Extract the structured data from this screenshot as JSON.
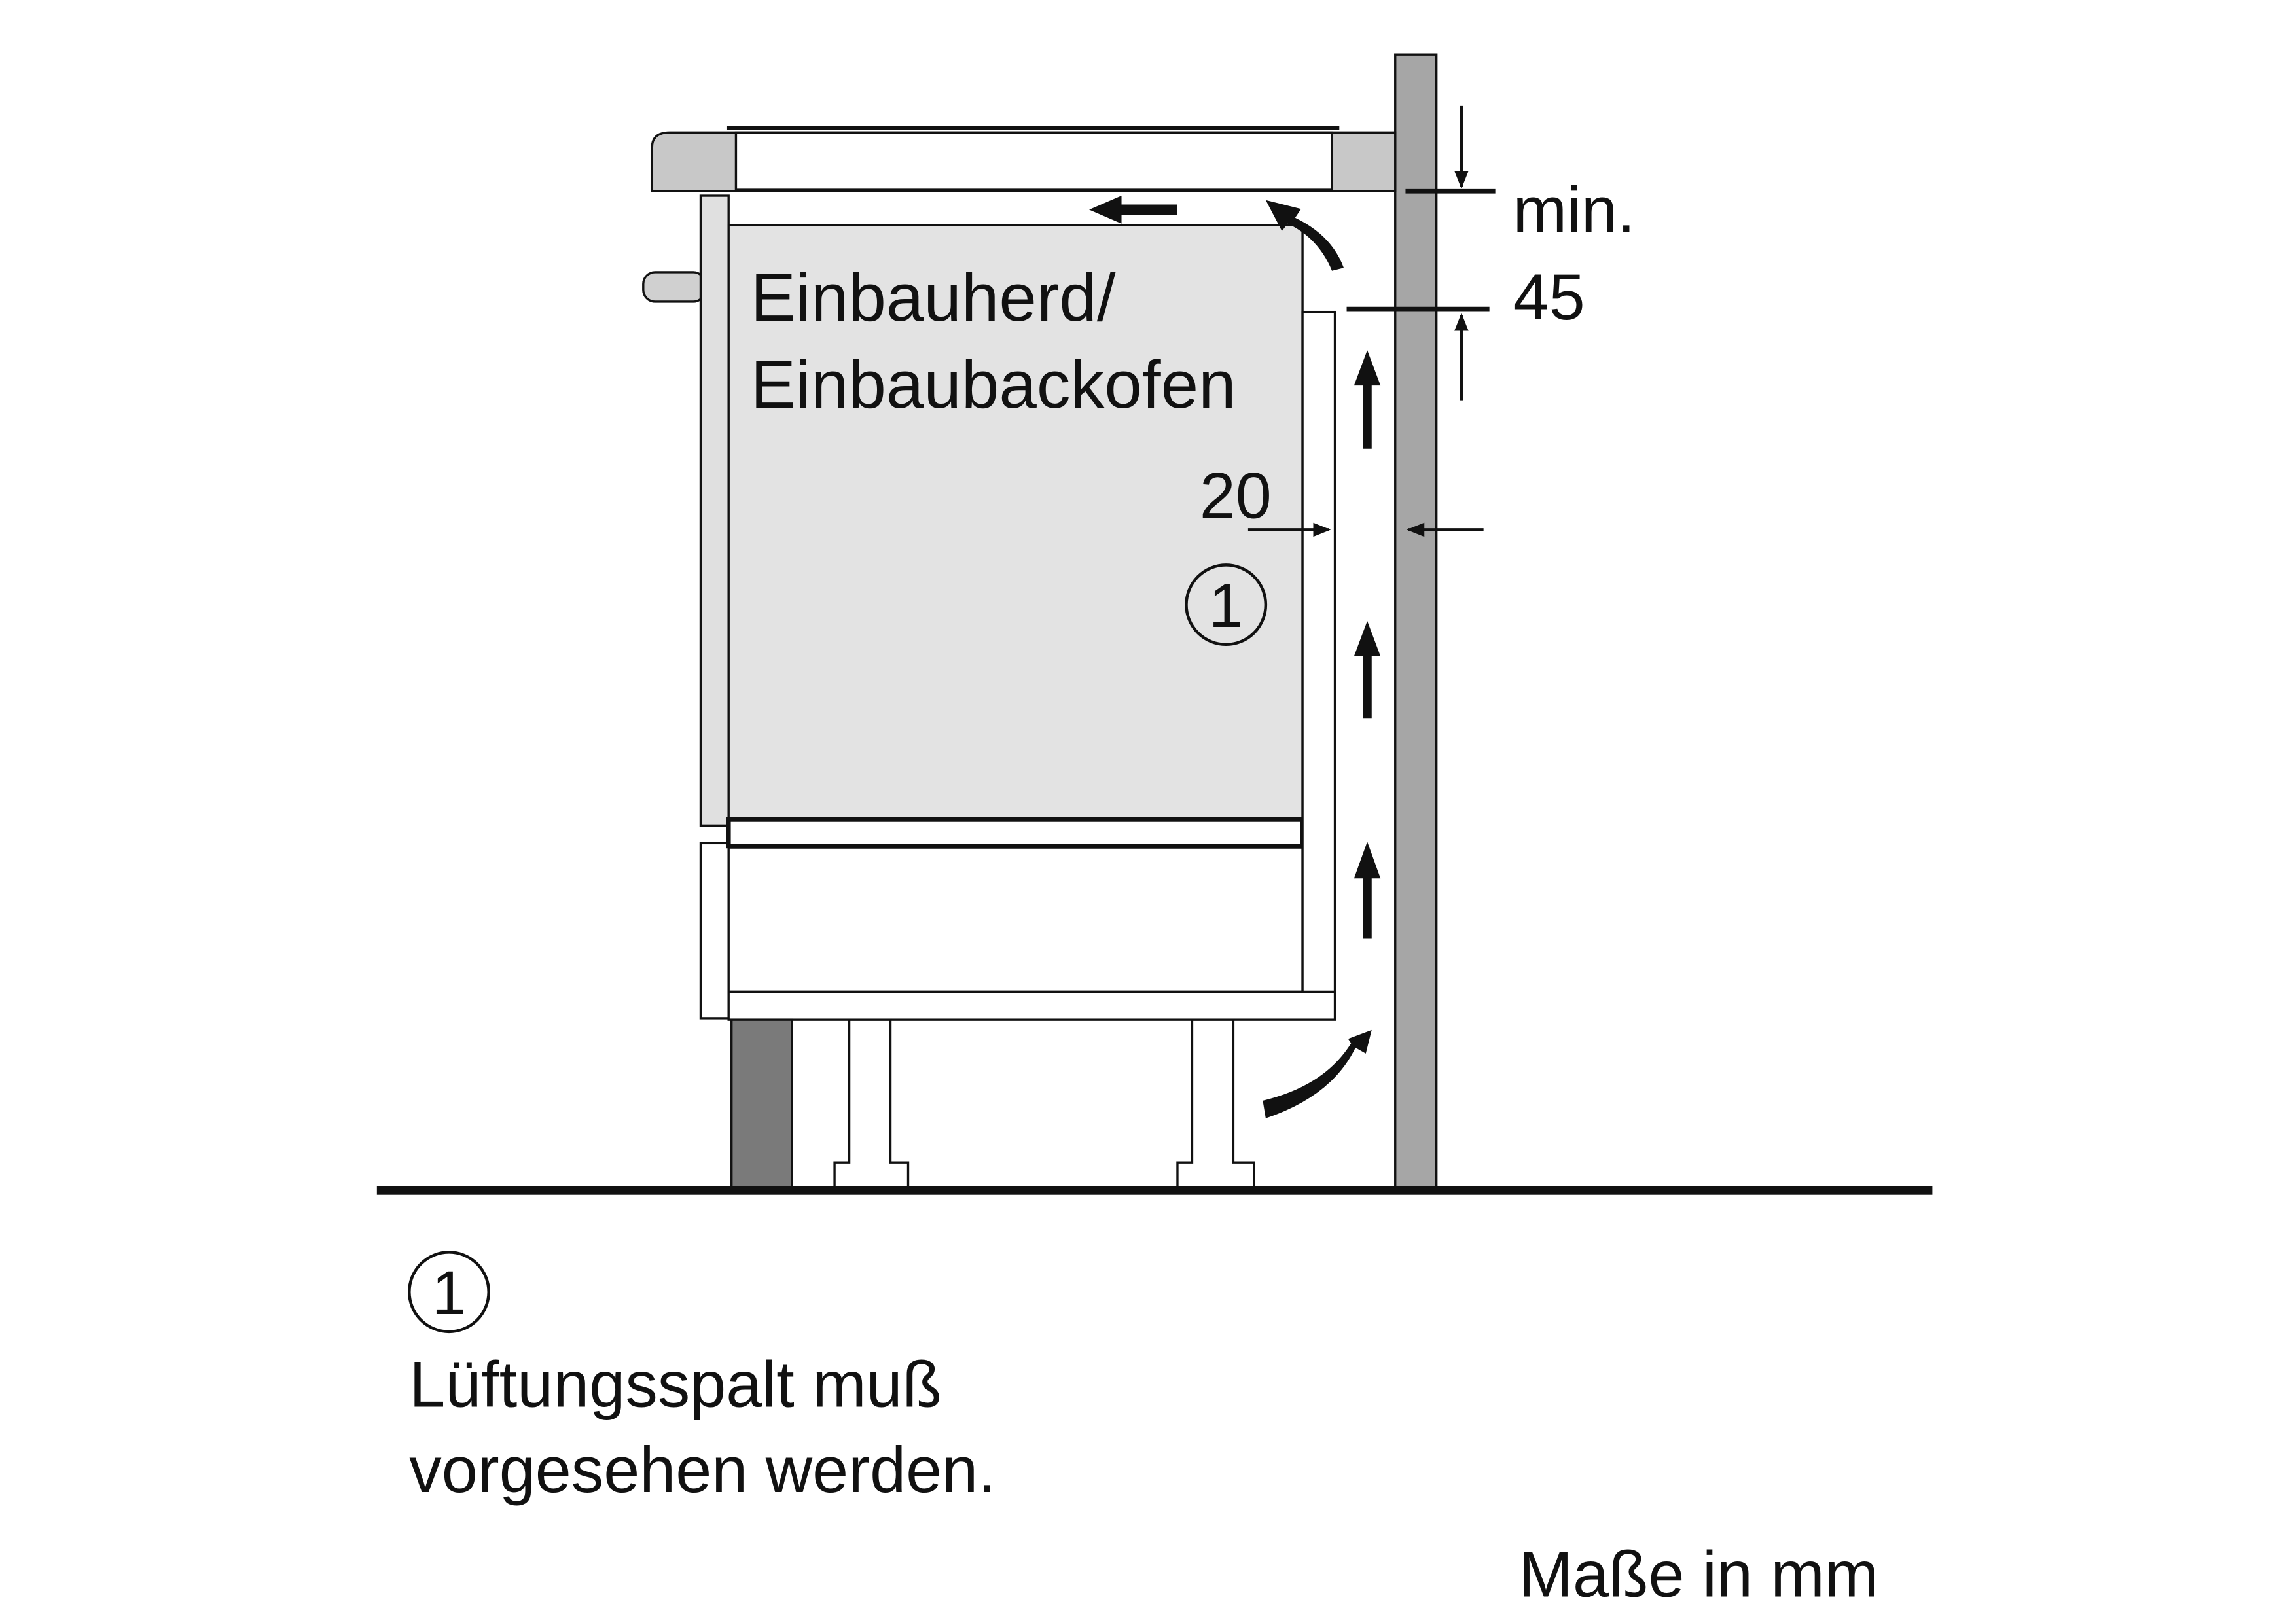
{
  "diagram": {
    "appliance_label_line1": "Einbauherd/",
    "appliance_label_line2": "Einbaubackofen",
    "dim_top_label_line1": "min.",
    "dim_top_label_line2": "45",
    "dim_gap_label": "20",
    "callout_marker": "1"
  },
  "legend": {
    "marker": "1",
    "line1": "Lüftungsspalt muß",
    "line2": "vorgesehen werden."
  },
  "units_note": "Maße in mm",
  "colors": {
    "wall": "#a6a6a6",
    "appliance": "#e3e3e3",
    "countertop": "#c8c8c8",
    "plinth": "#7a7a7a",
    "line": "#111111"
  }
}
